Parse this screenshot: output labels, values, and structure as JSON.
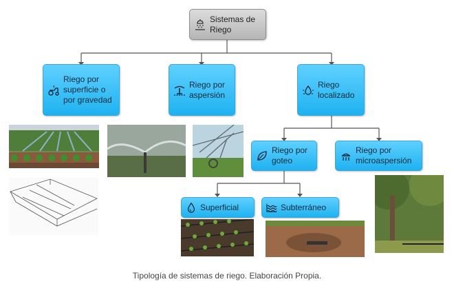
{
  "diagram": {
    "root": {
      "label": "Sistemas de Riego",
      "icon": "irrigation-system-icon"
    },
    "level1": [
      {
        "label": "Riego por superficie o por gravedad",
        "icon": "tractor-icon"
      },
      {
        "label": "Riego por aspersión",
        "icon": "sprinkler-icon"
      },
      {
        "label": "Riego localizado",
        "icon": "drip-icon"
      }
    ],
    "level2": [
      {
        "label": "Riego por goteo",
        "icon": "leaf-drop-icon"
      },
      {
        "label": "Riego por microaspersión",
        "icon": "micro-sprinkler-icon"
      }
    ],
    "level3": [
      {
        "label": "Superficial",
        "icon": "water-drop-icon"
      },
      {
        "label": "Subterráneo",
        "icon": "water-waves-icon"
      }
    ],
    "photos": [
      "furrow-irrigation-photo",
      "gravity-channel-sketch",
      "sprinkler-photo",
      "center-pivot-photo",
      "microsprinkler-tree-photo",
      "surface-drip-photo",
      "subsurface-drip-photo"
    ]
  },
  "caption": "Tipología de sistemas de riego. Elaboración Propia.",
  "colors": {
    "node_fill": "#29b6f6",
    "node_border": "#3aa6d6",
    "root_fill": "#c8c8c8",
    "connector": "#555555"
  }
}
